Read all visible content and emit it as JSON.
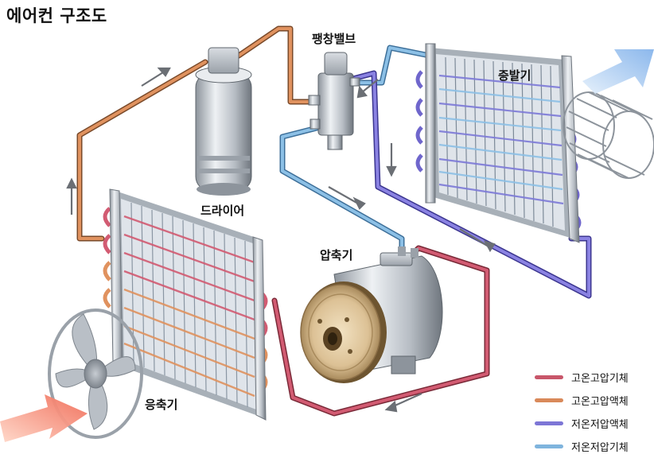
{
  "title": "에어컨 구조도",
  "components": {
    "dryer": "드라이어",
    "expansion_valve": "팽창밸브",
    "evaporator": "증발기",
    "compressor": "압축기",
    "condenser": "응축기"
  },
  "legend": [
    {
      "label": "고온고압기체",
      "color": "#c8566a"
    },
    {
      "label": "고온고압액체",
      "color": "#d9895a"
    },
    {
      "label": "저온저압액체",
      "color": "#7d76d6"
    },
    {
      "label": "저온저압기체",
      "color": "#7fb4dd"
    }
  ]
}
